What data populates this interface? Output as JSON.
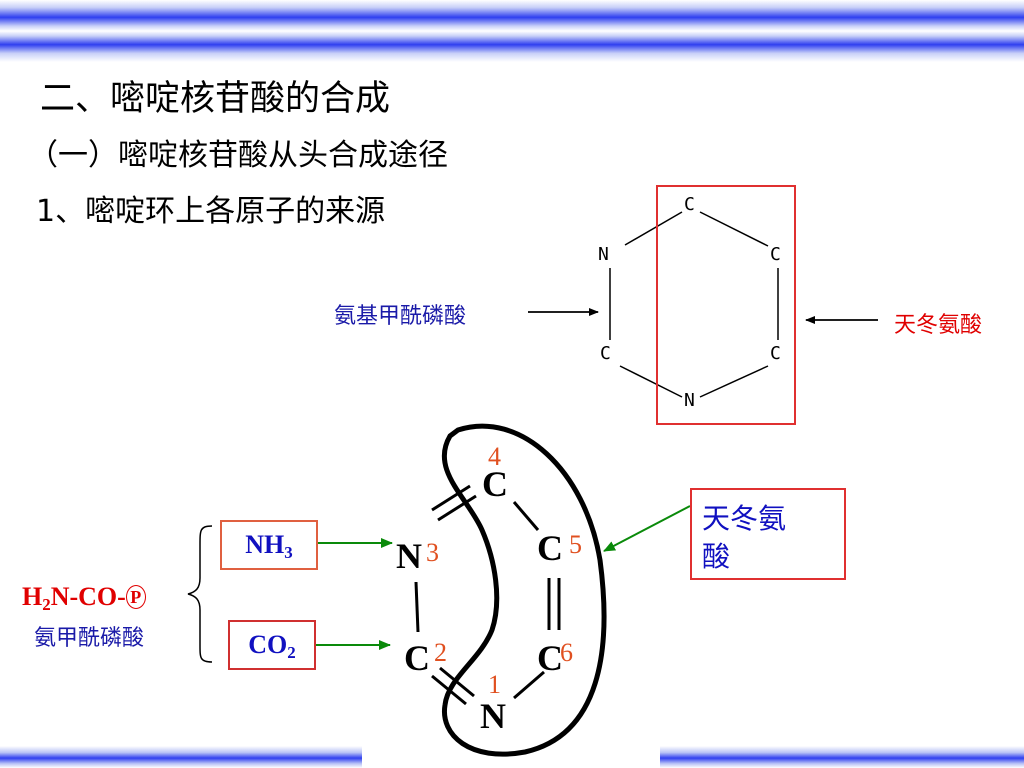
{
  "title": "二、嘧啶核苷酸的合成",
  "subtitle": "（一）嘧啶核苷酸从头合成途径",
  "section": "1、嘧啶环上各原子的来源",
  "top_diagram": {
    "atoms": {
      "c_top": "C",
      "n_left": "N",
      "c_right_top": "C",
      "c_left_bottom": "C",
      "c_right_bottom": "C",
      "n_bottom": "N"
    },
    "label_left": "氨基甲酰磷酸",
    "label_right": "天冬氨酸"
  },
  "bottom_diagram": {
    "atoms": {
      "c4": {
        "symbol": "C",
        "number": "4"
      },
      "n3": {
        "symbol": "N",
        "number": "3"
      },
      "c5": {
        "symbol": "C",
        "number": "5"
      },
      "c2": {
        "symbol": "C",
        "number": "2"
      },
      "c6": {
        "symbol": "C",
        "number": "6"
      },
      "n1": {
        "symbol": "N",
        "number": "1"
      }
    },
    "nh3": {
      "main": "NH",
      "sub": "3"
    },
    "co2": {
      "main": "CO",
      "sub": "2"
    },
    "asp_line1": "天冬氨",
    "asp_line2": "酸",
    "carbamoyl": {
      "h": "H",
      "sub": "2",
      "rest": "N-CO-",
      "p": "P"
    },
    "carbamoyl_label": "氨甲酰磷酸"
  },
  "colors": {
    "accent_blue": "#2f3ff0",
    "label_blue": "#1a1aa8",
    "label_red": "#e00000",
    "number_orange": "#e05020",
    "arrow_green": "#0a8a0a"
  }
}
